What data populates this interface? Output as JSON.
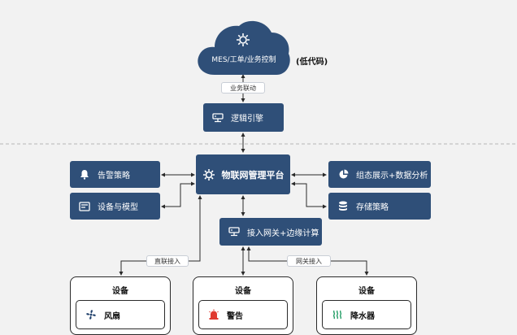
{
  "cloud": {
    "label": "MES/工单/业务控制",
    "icon": "gear-chip-icon"
  },
  "lowcode": {
    "label": "(低代码)"
  },
  "labels": {
    "business_link": "业务联动",
    "direct_access": "直联接入",
    "gateway_access": "网关接入"
  },
  "nodes": {
    "logic_engine": {
      "label": "逻辑引擎",
      "icon": "server-icon"
    },
    "iot_platform": {
      "label": "物联网管理平台",
      "icon": "gear-chip-icon"
    },
    "alarm_policy": {
      "label": "告警策略",
      "icon": "bell-icon"
    },
    "device_model": {
      "label": "设备与模型",
      "icon": "device-icon"
    },
    "viz_analysis": {
      "label": "组态展示+数据分析",
      "icon": "pie-chart-icon"
    },
    "storage_policy": {
      "label": "存储策略",
      "icon": "database-icon"
    },
    "gateway_edge": {
      "label": "接入网关+边缘计算",
      "icon": "server-icon"
    }
  },
  "devices": [
    {
      "title": "设备",
      "item": "风扇",
      "icon": "fan-icon",
      "icon_color": "#1f3f6a"
    },
    {
      "title": "设备",
      "item": "警告",
      "icon": "alarm-light-icon",
      "icon_color": "#e03a2f"
    },
    {
      "title": "设备",
      "item": "降水器",
      "icon": "heat-waves-icon",
      "icon_color": "#2aa06a"
    }
  ],
  "colors": {
    "node": "#2f4f78",
    "background": "#f2f2f2",
    "arrow": "#2a2a2a",
    "dash": "#b5b5b5"
  }
}
